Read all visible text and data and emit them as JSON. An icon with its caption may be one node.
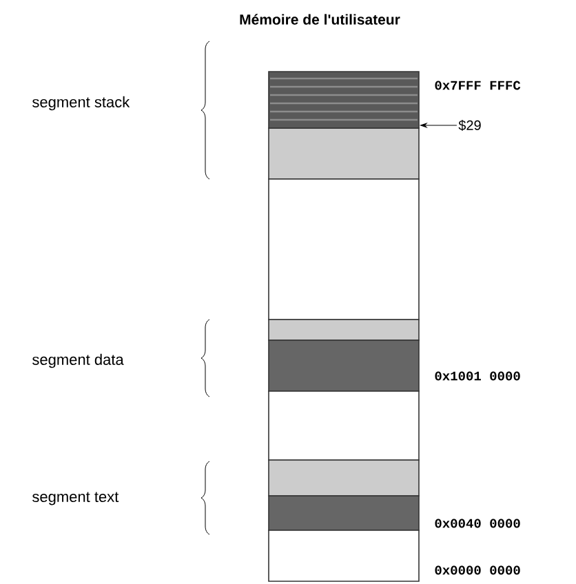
{
  "diagram": {
    "title": "Mémoire de l'utilisateur",
    "nodes": [
      {
        "text": [],
        "shape": "box"
      },
      {
        "text": [
          "$29"
        ]
      }
    ],
    "edges": [
      {
        "from": 1,
        "to": 0,
        "arrow": "to"
      }
    ],
    "labels": [
      "0x7FFF FFFC",
      "segment stack",
      "segment data",
      "0x1001 0000",
      "segment text",
      "0x0040 0000",
      "0x0000 0000"
    ]
  }
}
